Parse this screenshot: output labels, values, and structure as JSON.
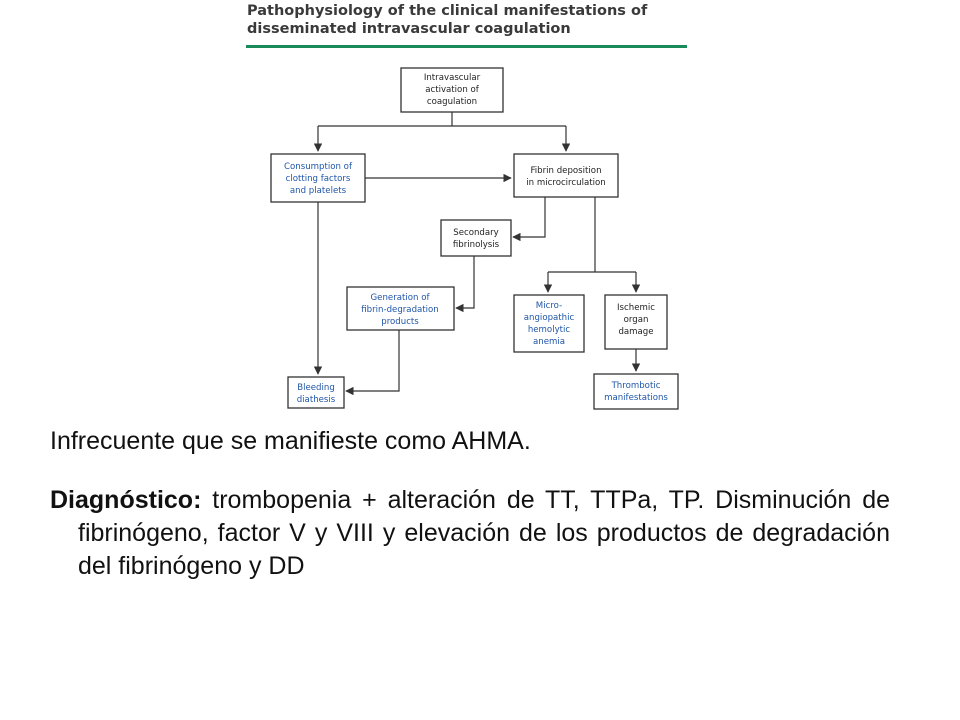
{
  "figure": {
    "title_line1": "Pathophysiology of the clinical manifestations of",
    "title_line2": "disseminated intravascular coagulation",
    "accent_color": "#1a8a5a",
    "boxes": {
      "activation": [
        "Intravascular",
        "activation of",
        "coagulation"
      ],
      "consumption": [
        "Consumption of",
        "clotting factors",
        "and platelets"
      ],
      "fibrin_deposition": [
        "Fibrin deposition",
        "in microcirculation"
      ],
      "secondary_fibrinolysis": [
        "Secondary",
        "fibrinolysis"
      ],
      "fdp_generation": [
        "Generation of",
        "fibrin-degradation",
        "products"
      ],
      "microangiopathic": [
        "Micro-",
        "angiopathic",
        "hemolytic",
        "anemia"
      ],
      "ischemic": [
        "Ischemic",
        "organ",
        "damage"
      ],
      "bleeding": [
        "Bleeding",
        "diathesis"
      ],
      "thrombotic": [
        "Thrombotic",
        "manifestations"
      ]
    },
    "text_colors": {
      "black": "#222222",
      "blue": "#1f56a8"
    }
  },
  "body": {
    "line1": "Infrecuente que se manifieste como AHMA.",
    "diagnosis_label": "Diagnóstico:",
    "diagnosis_text": " trombopenia + alteración de TT, TTPa, TP. Disminución de fibrinógeno, factor V y VIII y elevación de los productos de degradación del fibrinógeno y DD"
  }
}
